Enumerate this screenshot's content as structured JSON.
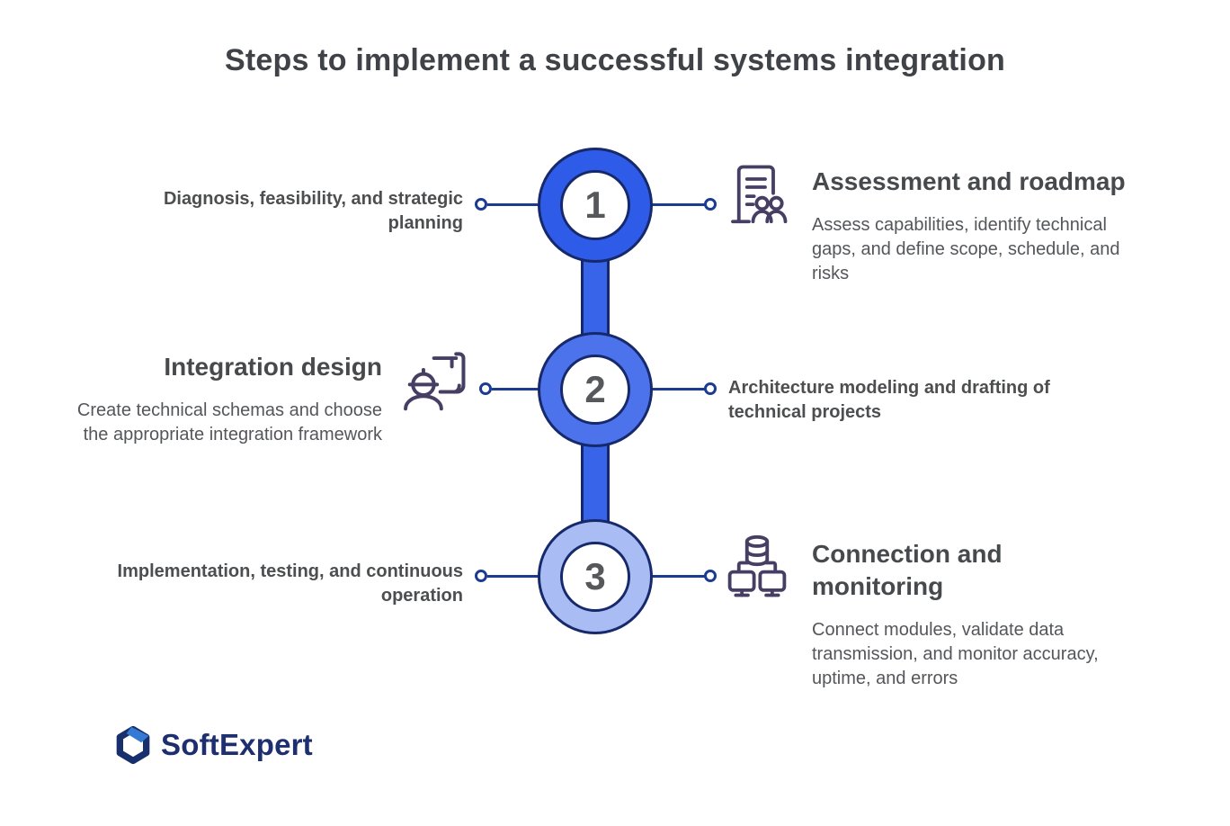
{
  "title": "Steps to implement a successful systems integration",
  "steps": [
    {
      "number": "1",
      "left_label": "Diagnosis, feasibility, and strategic planning",
      "right_heading": "Assessment and roadmap",
      "right_body": "Assess capabilities, identify technical gaps, and define scope, schedule, and risks",
      "icon": "report-people-icon"
    },
    {
      "number": "2",
      "left_heading": "Integration design",
      "left_body": "Create technical schemas and choose the appropriate integration framework",
      "right_label": "Architecture modeling and drafting of technical projects",
      "icon": "engineer-blueprint-icon"
    },
    {
      "number": "3",
      "left_label": "Implementation, testing, and continuous operation",
      "right_heading": "Connection and monitoring",
      "right_body": "Connect modules, validate data transmission, and monitor accuracy, uptime, and errors",
      "icon": "database-monitors-icon"
    }
  ],
  "logo": {
    "text": "SoftExpert"
  },
  "colors": {
    "ring_step1": "#2e5be7",
    "ring_step2": "#4c72ec",
    "ring_step3": "#a9bcf3",
    "outline_navy": "#16296b",
    "connector_navy": "#1b3c91",
    "icon_stroke": "#473f63",
    "heading_gray": "#474a4d",
    "body_gray": "#54565a",
    "logo_navy": "#1d2f6f",
    "logo_accent": "#3479d3"
  }
}
